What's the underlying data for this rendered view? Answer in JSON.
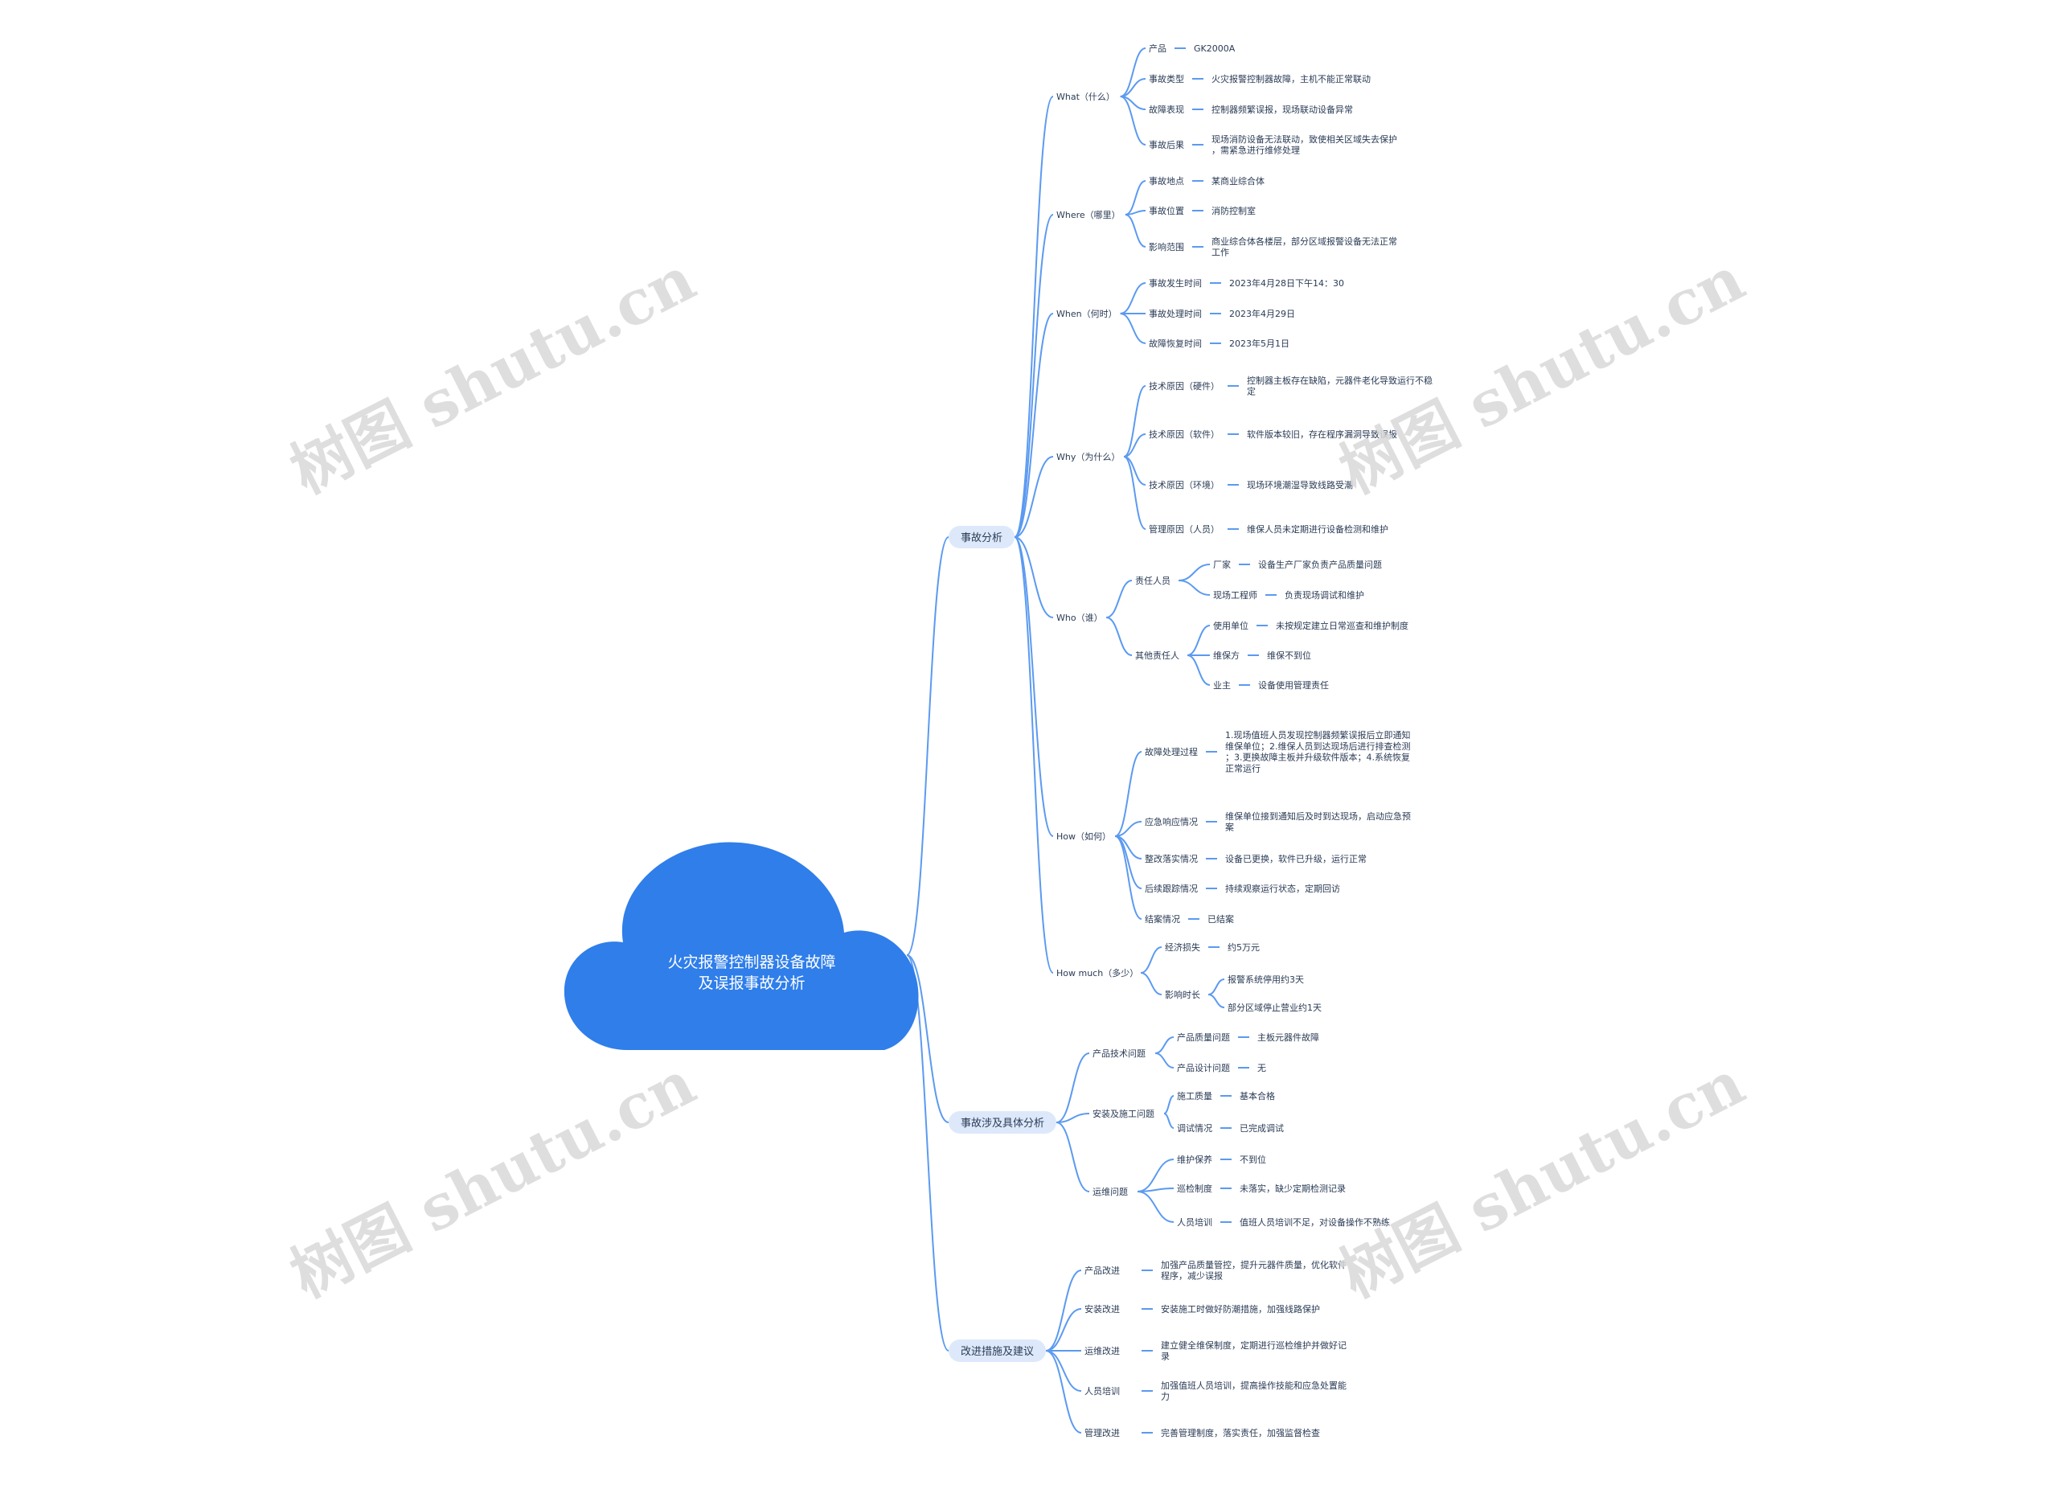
{
  "root": {
    "lines": [
      "火灾报警控制器设备故障",
      "及误报事故分析"
    ]
  },
  "watermark": "树图 shutu.cn",
  "colors": {
    "accent": "#2f7eea",
    "line": "#5b9af0",
    "text": "#2a3b55",
    "branch_fill": "#dde9fb"
  },
  "branches": [
    {
      "label": "事故分析",
      "children": [
        {
          "label": "What（什么）",
          "children": [
            {
              "label": "产品",
              "value": "GK2000A"
            },
            {
              "label": "事故类型",
              "value": "火灾报警控制器故障，主机不能正常联动"
            },
            {
              "label": "故障表现",
              "value": "控制器频繁误报，现场联动设备异常"
            },
            {
              "label": "事故后果",
              "value": "现场消防设备无法联动，致使相关区域失去保护，需紧急进行维修处理"
            }
          ]
        },
        {
          "label": "Where（哪里）",
          "children": [
            {
              "label": "事故地点",
              "value": "某商业综合体"
            },
            {
              "label": "事故位置",
              "value": "消防控制室"
            },
            {
              "label": "影响范围",
              "value": "商业综合体各楼层，部分区域报警设备无法正常工作"
            }
          ]
        },
        {
          "label": "When（何时）",
          "children": [
            {
              "label": "事故发生时间",
              "value": "2023年4月28日下午14：30"
            },
            {
              "label": "事故处理时间",
              "value": "2023年4月29日"
            },
            {
              "label": "故障恢复时间",
              "value": "2023年5月1日"
            }
          ]
        },
        {
          "label": "Why（为什么）",
          "children": [
            {
              "label": "技术原因（硬件）",
              "value": "控制器主板存在缺陷，元器件老化导致运行不稳定"
            },
            {
              "label": "技术原因（软件）",
              "value": "软件版本较旧，存在程序漏洞导致误报"
            },
            {
              "label": "技术原因（环境）",
              "value": "现场环境潮湿导致线路受潮"
            },
            {
              "label": "管理原因（人员）",
              "value": "维保人员未定期进行设备检测和维护"
            }
          ]
        },
        {
          "label": "Who（谁）",
          "children": [
            {
              "label": "责任人员",
              "children": [
                {
                  "label": "厂家",
                  "value": "设备生产厂家负责产品质量问题"
                },
                {
                  "label": "现场工程师",
                  "value": "负责现场调试和维护"
                }
              ]
            },
            {
              "label": "其他责任人",
              "children": [
                {
                  "label": "使用单位",
                  "value": "未按规定建立日常巡查和维护制度"
                },
                {
                  "label": "维保方",
                  "value": "维保不到位"
                },
                {
                  "label": "业主",
                  "value": "设备使用管理责任"
                }
              ]
            }
          ]
        },
        {
          "label": "How（如何）",
          "children": [
            {
              "label": "故障处理过程",
              "value": "1.现场值班人员发现控制器频繁误报后立即通知维保单位；2.维保人员到达现场后进行排查检测；3.更换故障主板并升级软件版本；4.系统恢复正常运行"
            },
            {
              "label": "应急响应情况",
              "value": "维保单位接到通知后及时到达现场，启动应急预案"
            },
            {
              "label": "整改落实情况",
              "value": "设备已更换，软件已升级，运行正常"
            },
            {
              "label": "后续跟踪情况",
              "value": "持续观察运行状态，定期回访"
            },
            {
              "label": "结案情况",
              "value": "已结案"
            }
          ]
        },
        {
          "label": "How much（多少）",
          "children": [
            {
              "label": "经济损失",
              "value": "约5万元"
            },
            {
              "label": "影响时长",
              "children": [
                {
                  "label": "",
                  "value": "报警系统停用约3天"
                },
                {
                  "label": "",
                  "value": "部分区域停止营业约1天"
                }
              ]
            }
          ]
        }
      ]
    },
    {
      "label": "事故涉及具体分析",
      "children": [
        {
          "label": "产品技术问题",
          "children": [
            {
              "label": "产品质量问题",
              "value": "主板元器件故障"
            },
            {
              "label": "产品设计问题",
              "value": "无"
            }
          ]
        },
        {
          "label": "安装及施工问题",
          "children": [
            {
              "label": "施工质量",
              "value": "基本合格"
            },
            {
              "label": "调试情况",
              "value": "已完成调试"
            }
          ]
        },
        {
          "label": "运维问题",
          "children": [
            {
              "label": "维护保养",
              "value": "不到位"
            },
            {
              "label": "巡检制度",
              "value": "未落实，缺少定期检测记录"
            },
            {
              "label": "人员培训",
              "value": "值班人员培训不足，对设备操作不熟练"
            }
          ]
        }
      ]
    },
    {
      "label": "改进措施及建议",
      "children": [
        {
          "label": "产品改进",
          "value": "加强产品质量管控，提升元器件质量，优化软件程序，减少误报"
        },
        {
          "label": "安装改进",
          "value": "安装施工时做好防潮措施，加强线路保护"
        },
        {
          "label": "运维改进",
          "value": "建立健全维保制度，定期进行巡检维护并做好记录"
        },
        {
          "label": "人员培训",
          "value": "加强值班人员培训，提高操作技能和应急处置能力"
        },
        {
          "label": "管理改进",
          "value": "完善管理制度，落实责任，加强监督检查"
        }
      ]
    }
  ]
}
